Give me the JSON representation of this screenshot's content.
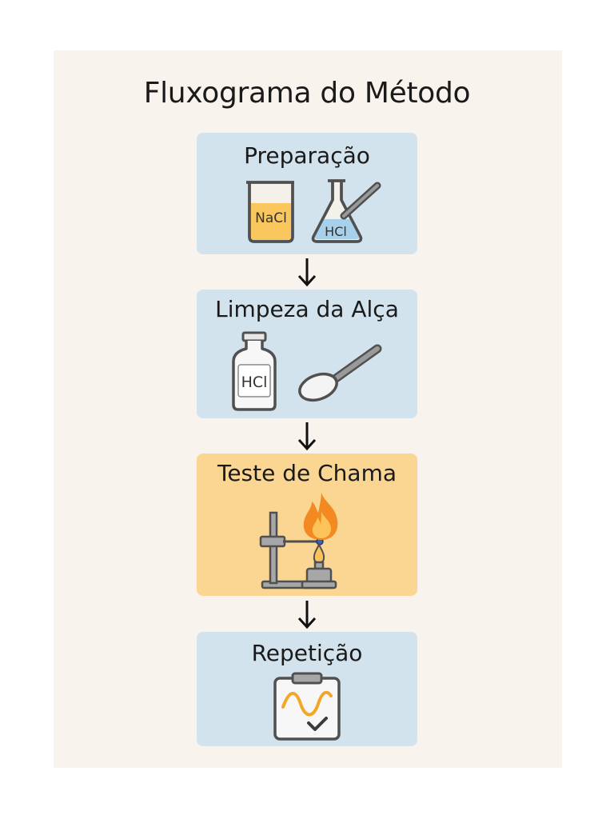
{
  "title": "Fluxograma do Método",
  "steps": [
    {
      "label": "Preparação",
      "icons": [
        "beaker-icon",
        "flask-icon"
      ],
      "beaker_label": "NaCl",
      "flask_label": "HCl"
    },
    {
      "label": "Limpeza da Alça",
      "icons": [
        "bottle-icon",
        "loop-icon"
      ],
      "bottle_label": "HCl"
    },
    {
      "label": "Teste de Chama",
      "icons": [
        "stand-icon",
        "flame-icon",
        "burner-icon"
      ]
    },
    {
      "label": "Repetição",
      "icons": [
        "clipboard-icon",
        "wave-icon",
        "check-icon"
      ]
    }
  ],
  "colors": {
    "box": "#d3e3ed",
    "box_highlight": "#fbd592",
    "background": "#f8f3ec",
    "flame": "#f28a21",
    "liquid_yellow": "#f9c75e",
    "liquid_blue": "#a7d1eb"
  }
}
